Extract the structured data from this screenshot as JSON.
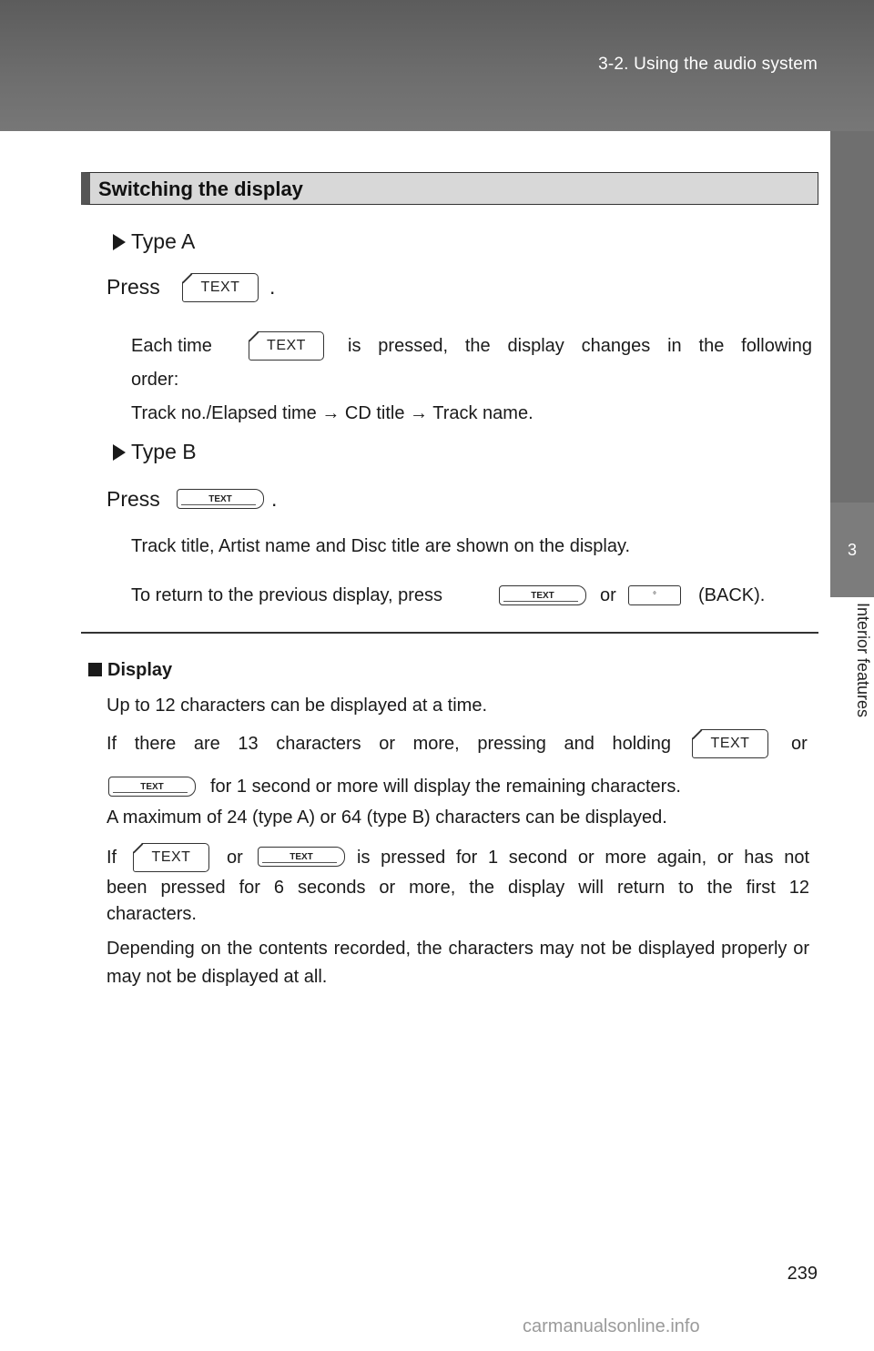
{
  "header": {
    "title": "3-2. Using the audio system"
  },
  "side": {
    "chapter_number": "3",
    "chapter_label": "Interior features"
  },
  "section": {
    "heading": "Switching the display",
    "type_a": {
      "label": "Type A",
      "press_word": "Press",
      "press_end": ".",
      "each_time": "Each time",
      "each_rest": "is pressed, the display changes in the following",
      "order": "order:",
      "sequence": "Track no./Elapsed time → CD title → Track name."
    },
    "type_b": {
      "label": "Type B",
      "press_word": "Press",
      "press_end": ".",
      "shown": "Track title, Artist name and Disc title are shown on the display.",
      "return_prefix": "To return to the previous display, press",
      "or_word": "or",
      "back_suffix": "(BACK)."
    }
  },
  "buttons": {
    "text_label": "TEXT",
    "back_symbol": "°"
  },
  "display_note": {
    "heading": "Display",
    "line1": "Up to 12 characters can be displayed at a time.",
    "line2_start": "If there are 13 characters or more, pressing and holding",
    "line2_or": "or",
    "line3_rest": "for 1 second or more will display the remaining characters.",
    "line4": "A maximum of 24 (type A) or 64 (type B) characters can be displayed.",
    "line5_if": "If",
    "line5_or": "or",
    "line5_rest": "is pressed for 1 second or more again, or has not",
    "line6": "been pressed for 6 seconds or more, the display will return to the first 12",
    "line7": "characters.",
    "line8": "Depending on the contents recorded, the characters may not be displayed properly or may not be displayed at all."
  },
  "footer": {
    "page_number": "239",
    "watermark": "carmanualsonline.info"
  }
}
